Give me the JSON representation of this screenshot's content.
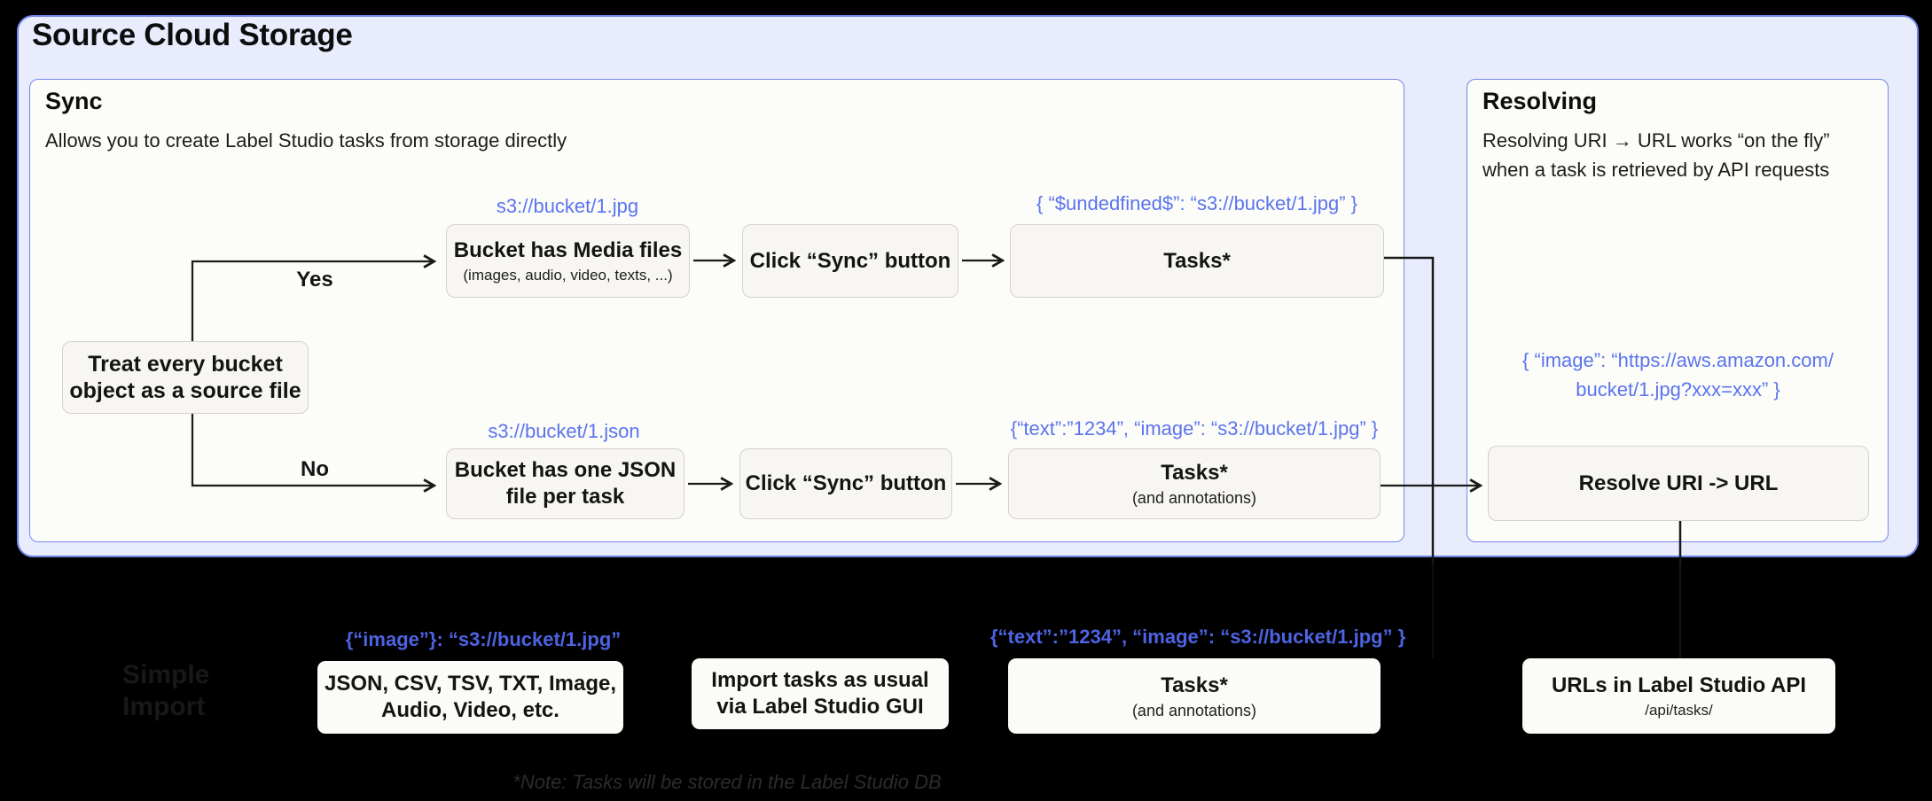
{
  "page": {
    "title": "Source Cloud Storage"
  },
  "colors": {
    "background": "#000000",
    "panel_bg": "#e9ecfc",
    "panel_border": "#6f85ea",
    "section_bg": "#fcfcf9",
    "section_border": "#7388ef",
    "node_bg": "#f7f6f2",
    "node_border": "#d7d2c7",
    "blue_text": "#5b74ee",
    "blue_text_bright": "#4d63e2",
    "arrow": "#1a1a1a"
  },
  "sync": {
    "title": "Sync",
    "subtitle": "Allows you to create Label Studio tasks from storage directly",
    "decision": {
      "line1": "Treat every bucket",
      "line2": "object as a source file"
    },
    "branch_yes": "Yes",
    "branch_no": "No",
    "row1": {
      "label_uri": "s3://bucket/1.jpg",
      "label_json": "{ “$undedfined$”: “s3://bucket/1.jpg” }",
      "box_media": {
        "title": "Bucket has Media files",
        "subtitle": "(images, audio, video, texts, ...)"
      },
      "box_sync": "Click “Sync” button",
      "box_tasks": "Tasks*"
    },
    "row2": {
      "label_uri": "s3://bucket/1.json",
      "label_json": "{“text”:”1234”,  “image”: “s3://bucket/1.jpg” }",
      "box_json": {
        "line1": "Bucket has one JSON",
        "line2": "file per task"
      },
      "box_sync": "Click “Sync” button",
      "box_tasks": {
        "title": "Tasks*",
        "subtitle": "(and annotations)"
      }
    }
  },
  "resolving": {
    "title": "Resolving",
    "subtitle_line1": "Resolving URI → URL works “on the fly”",
    "subtitle_line2": "when a task is retrieved by API requests",
    "label_json_line1": "{ “image”: “https://aws.amazon.com/",
    "label_json_line2": "bucket/1.jpg?xxx=xxx” }",
    "box_resolve": "Resolve URI -> URL"
  },
  "bottom": {
    "hidden_title_line1": "Simple",
    "hidden_title_line2": "Import",
    "label_import": "{“image”}: “s3://bucket/1.jpg”",
    "label_tasks": "{“text”:”1234”,  “image”: “s3://bucket/1.jpg” }",
    "box_formats": {
      "line1": "JSON, CSV, TSV, TXT, Image,",
      "line2": "Audio, Video, etc."
    },
    "box_import": {
      "line1": "Import tasks as usual",
      "line2": "via Label Studio GUI"
    },
    "box_tasks": {
      "title": "Tasks*",
      "subtitle": "(and annotations)"
    },
    "box_urls": {
      "title": "URLs in Label Studio API",
      "subtitle": "/api/tasks/"
    },
    "note": "*Note: Tasks will be stored in the Label Studio DB"
  }
}
